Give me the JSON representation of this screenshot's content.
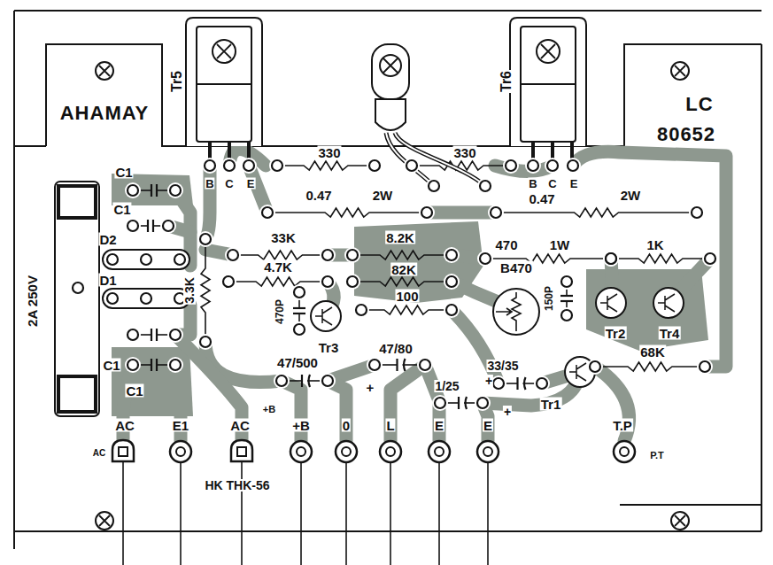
{
  "diagram": {
    "labels": [
      "AHAMAY",
      "Tr5",
      "Tr6",
      "LC",
      "80652",
      "B",
      "C",
      "E",
      "330",
      "330",
      "B",
      "C",
      "E",
      "0.47",
      "2W",
      "0.47",
      "2W",
      "C1",
      "C1",
      "D2",
      "D1",
      "3.3K",
      "33K",
      "4.7K",
      "8.2K",
      "82K",
      "100",
      "470",
      "1W",
      "1K",
      "B470",
      "150P",
      "470P",
      "Tr3",
      "Tr2",
      "Tr4",
      "47/500",
      "47/80",
      "+",
      "33/35",
      "68K",
      "1/25",
      "+",
      "+",
      "Tr1",
      "2A 250V",
      "C1",
      "C1",
      "AC",
      "E1",
      "AC",
      "+B",
      "+B",
      "0",
      "L",
      "E",
      "E",
      "T.P",
      "P.T",
      "HK THK-56",
      "AC"
    ]
  }
}
